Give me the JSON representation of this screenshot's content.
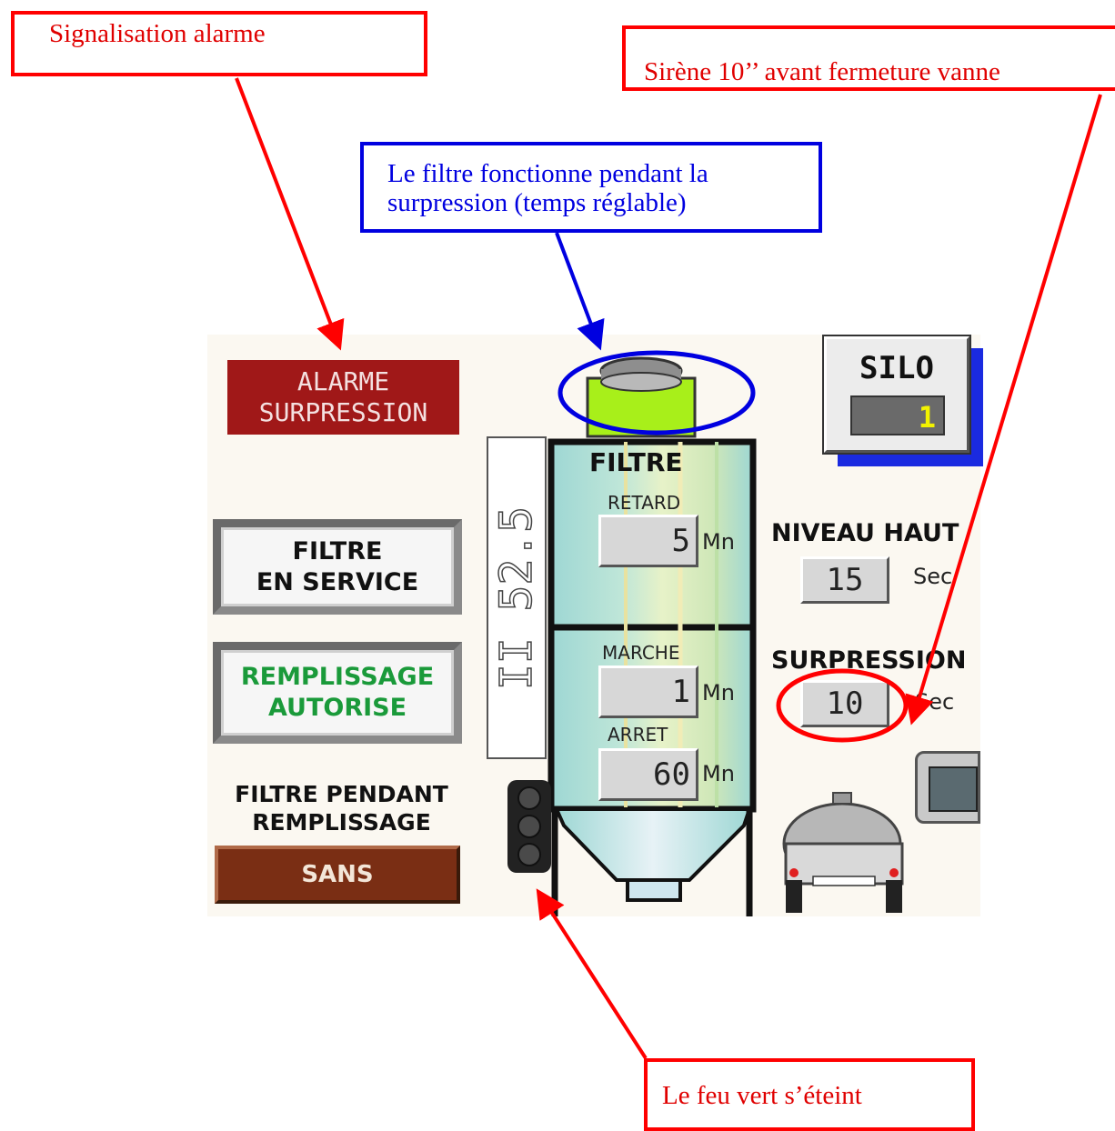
{
  "callouts": {
    "alarm_signal": "Signalisation alarme",
    "siren": "Sirène 10’’ avant fermeture vanne",
    "filter_line1": "Le filtre fonctionne pendant la",
    "filter_line2": "surpression (temps réglable)",
    "green_light": "Le feu vert s’éteint"
  },
  "panel": {
    "alarm_line1": "ALARME",
    "alarm_line2": "SURPRESSION",
    "filter_service_line1": "FILTRE",
    "filter_service_line2": "EN SERVICE",
    "filling_line1": "REMPLISSAGE",
    "filling_line2": "AUTORISE",
    "filter_during_line1": "FILTRE PENDANT",
    "filter_during_line2": "REMPLISSAGE",
    "sans_button": "SANS",
    "vertical_tag": "II 52.5",
    "filter_title": "FILTRE",
    "retard_label": "RETARD",
    "retard_value": "5",
    "retard_unit": "Mn",
    "marche_label": "MARCHE",
    "marche_value": "1",
    "marche_unit": "Mn",
    "arret_label": "ARRET",
    "arret_value": "60",
    "arret_unit": "Mn",
    "silo_title": "SILO",
    "silo_value": "1",
    "niveau_haut_label": "NIVEAU HAUT",
    "niveau_haut_value": "15",
    "niveau_haut_unit": "Sec",
    "surpression_label": "SURPRESSION",
    "surpression_value": "10",
    "surpression_unit": "Sec"
  },
  "colors": {
    "annotation_red": "#ff0000",
    "annotation_blue": "#0000e0",
    "alarm_bg": "#a01818",
    "filling_text": "#1a9a3a",
    "sans_bg": "#7a2e14",
    "filter_green": "#a8ef1a",
    "silo_digit": "#f2f200"
  },
  "icons": [
    "filter-cap-icon",
    "traffic-light-icon",
    "tanker-truck-icon",
    "valve-button-icon"
  ]
}
